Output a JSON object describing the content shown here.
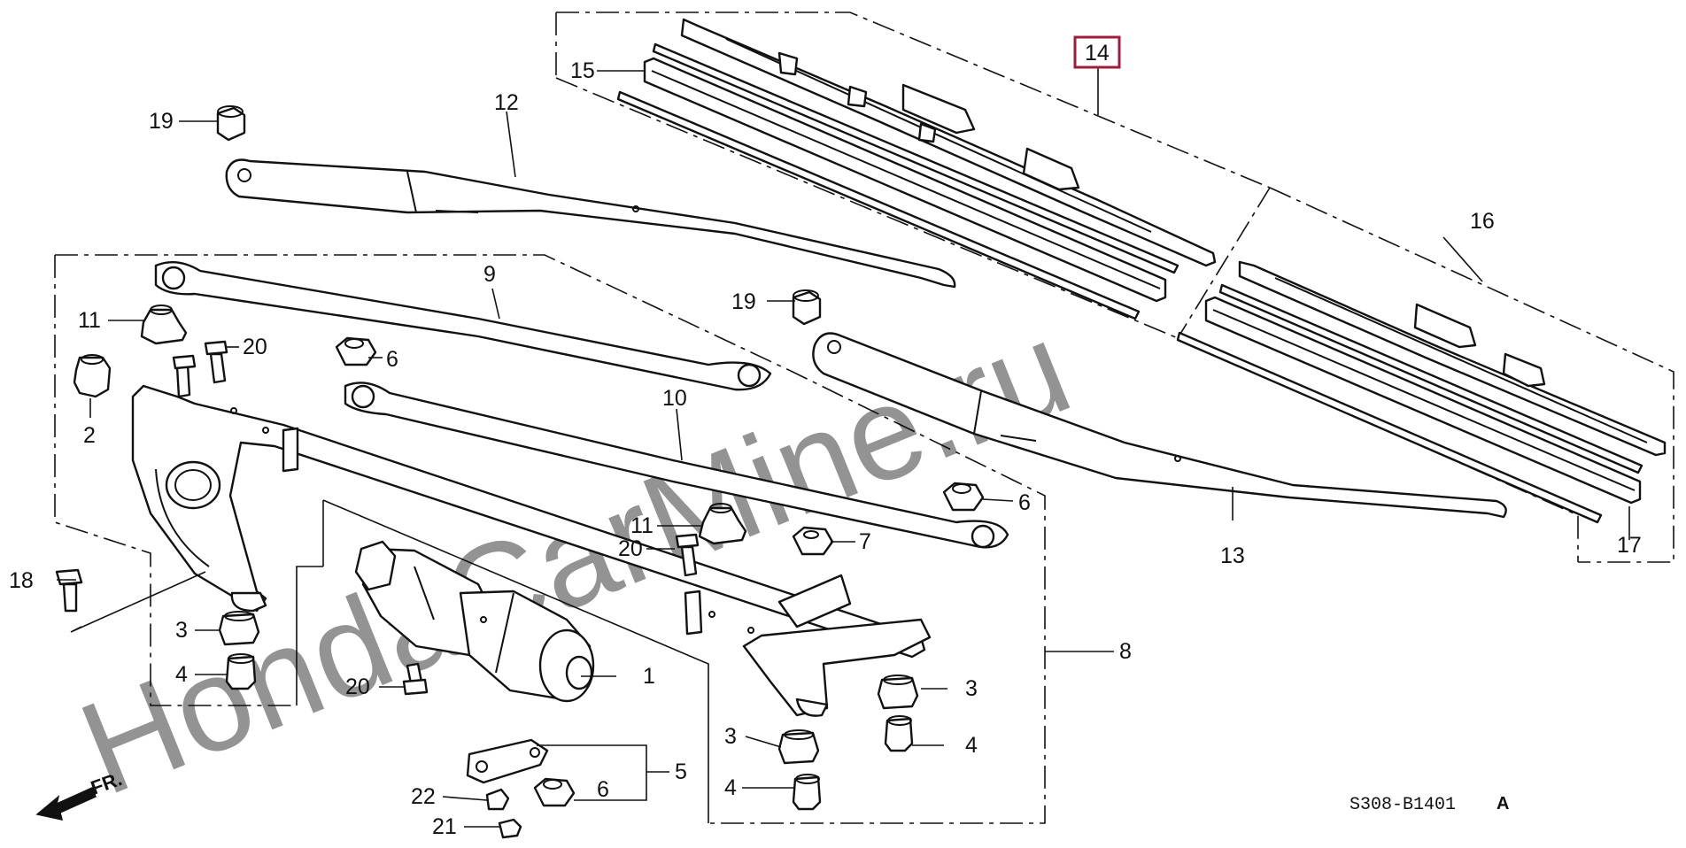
{
  "watermark": "HondaCarMine.ru",
  "diagram_code": "S308-B1401",
  "diagram_suffix": "A",
  "front_indicator": "FR.",
  "highlight_color": "#a01c3c",
  "callouts": {
    "c1": "1",
    "c2": "2",
    "c3a": "3",
    "c3b": "3",
    "c3c": "3",
    "c4a": "4",
    "c4b": "4",
    "c4c": "4",
    "c5": "5",
    "c6a": "6",
    "c6b": "6",
    "c6c": "6",
    "c7": "7",
    "c8": "8",
    "c9": "9",
    "c10": "10",
    "c11a": "11",
    "c11b": "11",
    "c12": "12",
    "c13": "13",
    "c14": "14",
    "c15": "15",
    "c16": "16",
    "c17": "17",
    "c18": "18",
    "c19a": "19",
    "c19b": "19",
    "c20a": "20",
    "c20b": "20",
    "c20c": "20",
    "c21": "21",
    "c22": "22"
  }
}
